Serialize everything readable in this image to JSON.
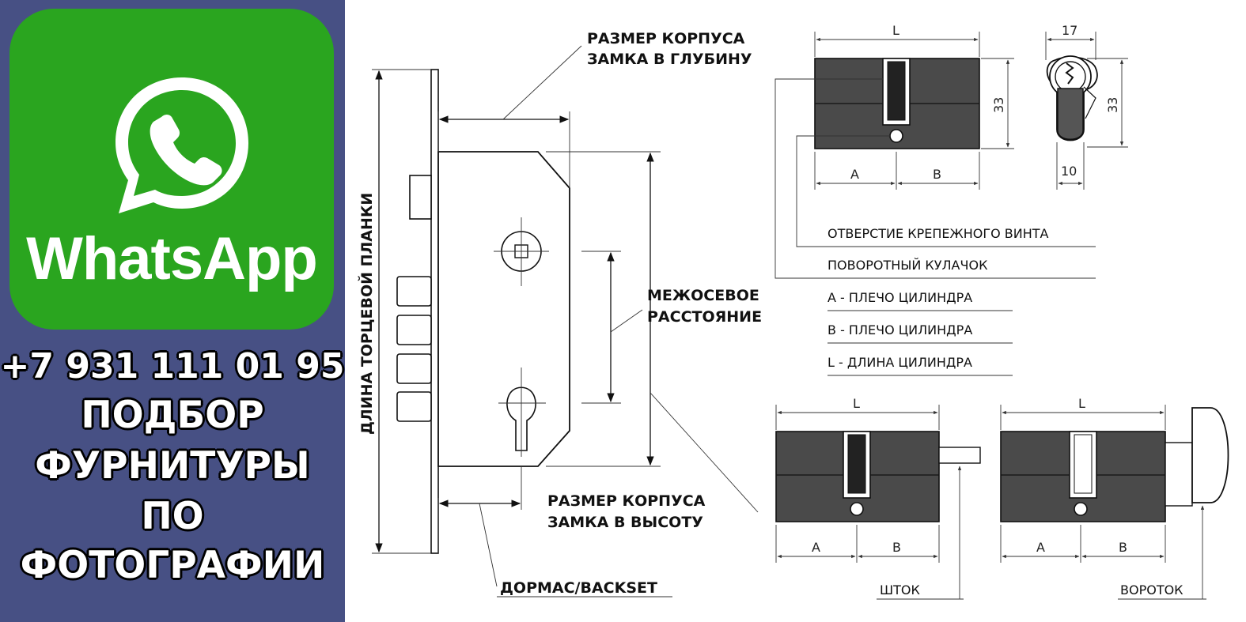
{
  "promo": {
    "logo_text": "WhatsApp",
    "phone": "+7 931 111 01 95",
    "line1": "ПОДБОР",
    "line2": "ФУРНИТУРЫ",
    "line3": "ПО",
    "line4": "ФОТОГРАФИИ"
  },
  "lock": {
    "depth_line1": "РАЗМЕР КОРПУСА",
    "depth_line2": "ЗАМКА В ГЛУБИНУ",
    "faceplate_length": "ДЛИНА ТОРЦЕВОЙ ПЛАНКИ",
    "center_distance_line1": "МЕЖОСЕВОЕ",
    "center_distance_line2": "РАССТОЯНИЕ",
    "height_line1": "РАЗМЕР КОРПУСА",
    "height_line2": "ЗАМКА В ВЫСОТУ",
    "backset": "ДОРМАС/BACKSET"
  },
  "cylinder": {
    "dim_L": "L",
    "dim_A": "A",
    "dim_B": "B",
    "dim_33": "33",
    "dim_17": "17",
    "dim_10": "10",
    "legend": [
      "ОТВЕРСТИЕ КРЕПЕЖНОГО ВИНТА",
      "ПОВОРОТНЫЙ КУЛАЧОК",
      "A - ПЛЕЧО ЦИЛИНДРА",
      "B - ПЛЕЧО ЦИЛИНДРА",
      "L - ДЛИНА ЦИЛИНДРА"
    ]
  },
  "variants": {
    "rod": "ШТОК",
    "knob": "ВОРОТОК"
  }
}
